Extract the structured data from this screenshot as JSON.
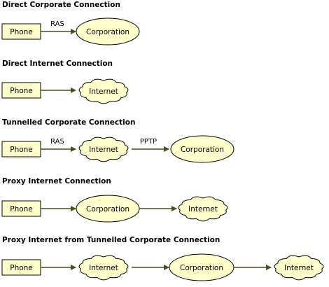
{
  "colors": {
    "node_fill": "#ffffcc",
    "stroke": "#000000",
    "arrow": "#4d4d1a"
  },
  "sections": [
    {
      "title": "Direct Corporate Connection",
      "nodes": [
        {
          "label": "Phone",
          "shape": "box"
        },
        {
          "label": "Corporation",
          "shape": "ellipse"
        }
      ],
      "edges": [
        {
          "label": "RAS"
        }
      ]
    },
    {
      "title": "Direct Internet Connection",
      "nodes": [
        {
          "label": "Phone",
          "shape": "box"
        },
        {
          "label": "Internet",
          "shape": "cloud"
        }
      ],
      "edges": [
        {
          "label": ""
        }
      ]
    },
    {
      "title": "Tunnelled Corporate Connection",
      "nodes": [
        {
          "label": "Phone",
          "shape": "box"
        },
        {
          "label": "Internet",
          "shape": "cloud"
        },
        {
          "label": "Corporation",
          "shape": "ellipse"
        }
      ],
      "edges": [
        {
          "label": "RAS"
        },
        {
          "label": "PPTP"
        }
      ]
    },
    {
      "title": "Proxy Internet Connection",
      "nodes": [
        {
          "label": "Phone",
          "shape": "box"
        },
        {
          "label": "Corporation",
          "shape": "ellipse"
        },
        {
          "label": "Internet",
          "shape": "cloud"
        }
      ],
      "edges": [
        {
          "label": ""
        },
        {
          "label": ""
        }
      ]
    },
    {
      "title": "Proxy Internet from Tunnelled Corporate Connection",
      "nodes": [
        {
          "label": "Phone",
          "shape": "box"
        },
        {
          "label": "Internet",
          "shape": "cloud"
        },
        {
          "label": "Corporation",
          "shape": "ellipse"
        },
        {
          "label": "Internet",
          "shape": "cloud"
        }
      ],
      "edges": [
        {
          "label": ""
        },
        {
          "label": ""
        },
        {
          "label": ""
        }
      ]
    }
  ]
}
